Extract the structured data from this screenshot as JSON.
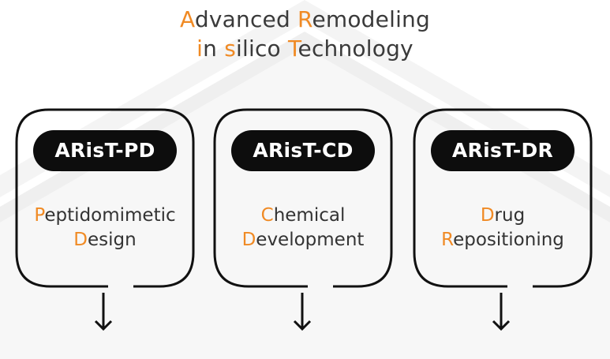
{
  "title": {
    "line1": [
      {
        "t": "A",
        "accent": true
      },
      {
        "t": "dvanced ",
        "accent": false
      },
      {
        "t": "R",
        "accent": true
      },
      {
        "t": "emodeling",
        "accent": false
      }
    ],
    "line2": [
      {
        "t": "i",
        "accent": true
      },
      {
        "t": "n ",
        "accent": false
      },
      {
        "t": "s",
        "accent": true
      },
      {
        "t": "ilico ",
        "accent": false
      },
      {
        "t": "T",
        "accent": true
      },
      {
        "t": "echnology",
        "accent": false
      }
    ]
  },
  "cards": [
    {
      "label": "ARisT-PD",
      "desc": [
        [
          {
            "t": "P",
            "accent": true
          },
          {
            "t": "eptidomimetic",
            "accent": false
          }
        ],
        [
          {
            "t": "D",
            "accent": true
          },
          {
            "t": "esign",
            "accent": false
          }
        ]
      ]
    },
    {
      "label": "ARisT-CD",
      "desc": [
        [
          {
            "t": "C",
            "accent": true
          },
          {
            "t": "hemical",
            "accent": false
          }
        ],
        [
          {
            "t": "D",
            "accent": true
          },
          {
            "t": "evelopment",
            "accent": false
          }
        ]
      ]
    },
    {
      "label": "ARisT-DR",
      "desc": [
        [
          {
            "t": "D",
            "accent": true
          },
          {
            "t": "rug",
            "accent": false
          }
        ],
        [
          {
            "t": "R",
            "accent": true
          },
          {
            "t": "epositioning",
            "accent": false
          }
        ]
      ]
    }
  ],
  "colors": {
    "accent": "#f08a24",
    "text": "#333333",
    "pill": "#0d0d0d",
    "outline": "#111111"
  }
}
